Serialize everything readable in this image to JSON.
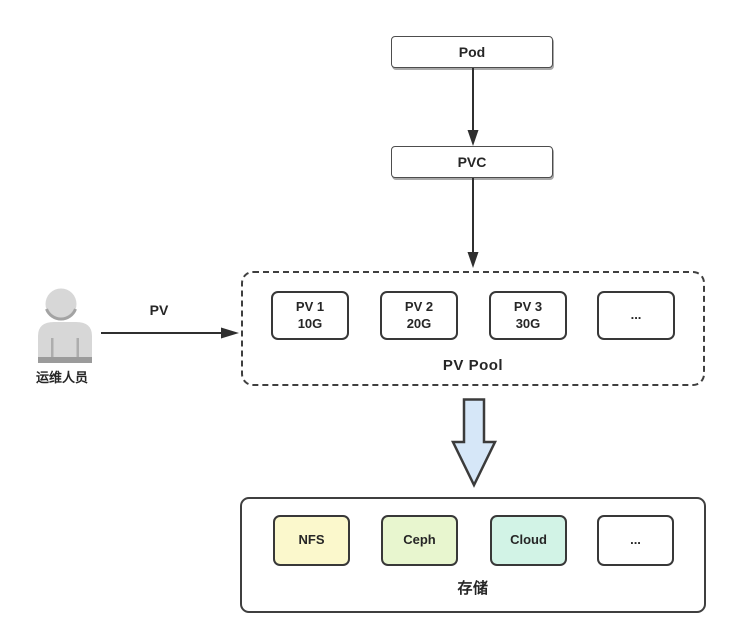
{
  "diagram": {
    "nodes": {
      "pod": "Pod",
      "pvc": "PVC"
    },
    "operator": {
      "label": "运维人员",
      "icon": "person-icon"
    },
    "edges": {
      "operator_to_pool_label": "PV"
    },
    "pv_pool": {
      "label": "PV Pool",
      "items": [
        {
          "name": "PV 1",
          "size": "10G"
        },
        {
          "name": "PV 2",
          "size": "20G"
        },
        {
          "name": "PV 3",
          "size": "30G"
        },
        {
          "name": "...",
          "size": ""
        }
      ]
    },
    "storage": {
      "label": "存储",
      "items": [
        {
          "name": "NFS",
          "color": "#fbf8cc"
        },
        {
          "name": "Ceph",
          "color": "#e8f6cf"
        },
        {
          "name": "Cloud",
          "color": "#d2f3e6"
        },
        {
          "name": "...",
          "color": "#ffffff"
        }
      ]
    },
    "colors": {
      "shape_border": "#3f3f3f",
      "connector": "#2f2f2f",
      "block_arrow_fill": "#d6e7f8",
      "person_gray": "#d7d7d7",
      "person_gray_dark": "#9b9b9b"
    }
  }
}
